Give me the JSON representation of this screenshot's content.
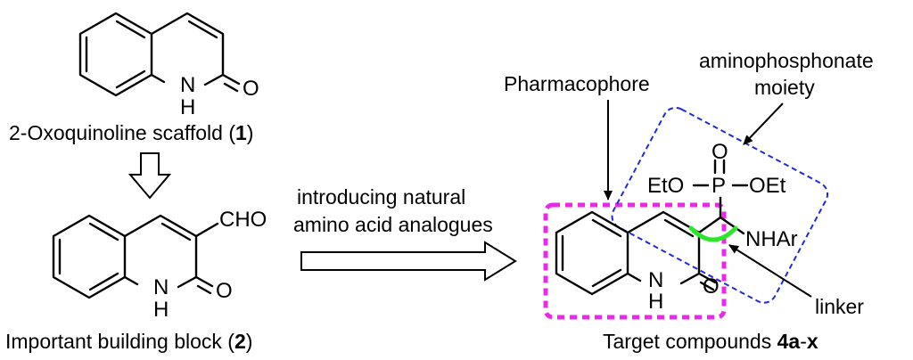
{
  "compound1": {
    "label": "2-Oxoquinoline scaffold (",
    "number": "1",
    "close": ")",
    "atoms": {
      "nh_n": "N",
      "nh_h": "H",
      "o": "O"
    }
  },
  "compound2": {
    "label": "Important building block (",
    "number": "2",
    "close": ")",
    "atoms": {
      "nh_n": "N",
      "nh_h": "H",
      "o": "O",
      "cho": "CHO"
    }
  },
  "arrow_text": {
    "line1": "introducing natural",
    "line2": "amino acid analogues"
  },
  "target": {
    "label": "Target compounds ",
    "number": "4a",
    "dash": "-",
    "letter": "x",
    "atoms": {
      "nh_n": "N",
      "nh_h": "H",
      "o": "O",
      "p": "P",
      "p_o": "O",
      "eto_left": "EtO",
      "oet_right": "OEt",
      "nhar": "NHAr"
    }
  },
  "annotations": {
    "pharmacophore": "Pharmacophore",
    "aminophos_line1": "aminophosphonate",
    "aminophos_line2": "moiety",
    "linker": "linker"
  },
  "colors": {
    "pharmacophore_box": "#e829e8",
    "moiety_box": "#1f2bd6",
    "linker_arc": "#2ee52e"
  }
}
